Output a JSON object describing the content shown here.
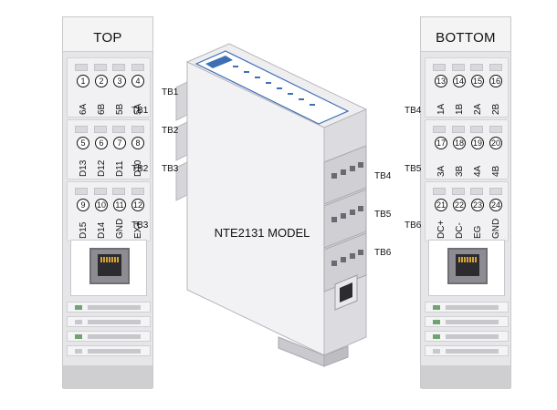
{
  "top": {
    "title": "TOP",
    "blocks": [
      {
        "pins": [
          {
            "num": "1",
            "label": "6A"
          },
          {
            "num": "2",
            "label": "6B"
          },
          {
            "num": "3",
            "label": "5B"
          },
          {
            "num": "4",
            "label": "5A"
          }
        ]
      },
      {
        "pins": [
          {
            "num": "5",
            "label": "D13"
          },
          {
            "num": "6",
            "label": "D12"
          },
          {
            "num": "7",
            "label": "D11"
          },
          {
            "num": "8",
            "label": "D10"
          }
        ]
      },
      {
        "pins": [
          {
            "num": "9",
            "label": "D15"
          },
          {
            "num": "10",
            "label": "D14"
          },
          {
            "num": "11",
            "label": "GND"
          },
          {
            "num": "12",
            "label": "EX+"
          }
        ]
      }
    ],
    "tb_labels": [
      "TB1",
      "TB2",
      "TB3"
    ]
  },
  "bottom": {
    "title": "BOTTOM",
    "blocks": [
      {
        "pins": [
          {
            "num": "13",
            "label": "1A"
          },
          {
            "num": "14",
            "label": "1B"
          },
          {
            "num": "15",
            "label": "2A"
          },
          {
            "num": "16",
            "label": "2B"
          }
        ]
      },
      {
        "pins": [
          {
            "num": "17",
            "label": "3A"
          },
          {
            "num": "18",
            "label": "3B"
          },
          {
            "num": "19",
            "label": "4A"
          },
          {
            "num": "20",
            "label": "4B"
          }
        ]
      },
      {
        "pins": [
          {
            "num": "21",
            "label": "DC+"
          },
          {
            "num": "22",
            "label": "DC-"
          },
          {
            "num": "23",
            "label": "EG"
          },
          {
            "num": "24",
            "label": "GND"
          }
        ]
      }
    ],
    "tb_labels": [
      "TB4",
      "TB5",
      "TB6"
    ]
  },
  "center": {
    "model": "NTE2131 MODEL",
    "tb_left": [
      "TB1",
      "TB2",
      "TB3"
    ],
    "tb_right": [
      "TB4",
      "TB5",
      "TB6"
    ]
  },
  "colors": {
    "panel": "#e6e6e8",
    "module_face": "#f2f2f4",
    "module_side": "#dcdce0",
    "label_blue": "#3d6fb6",
    "led_green": "#6fa36f"
  }
}
